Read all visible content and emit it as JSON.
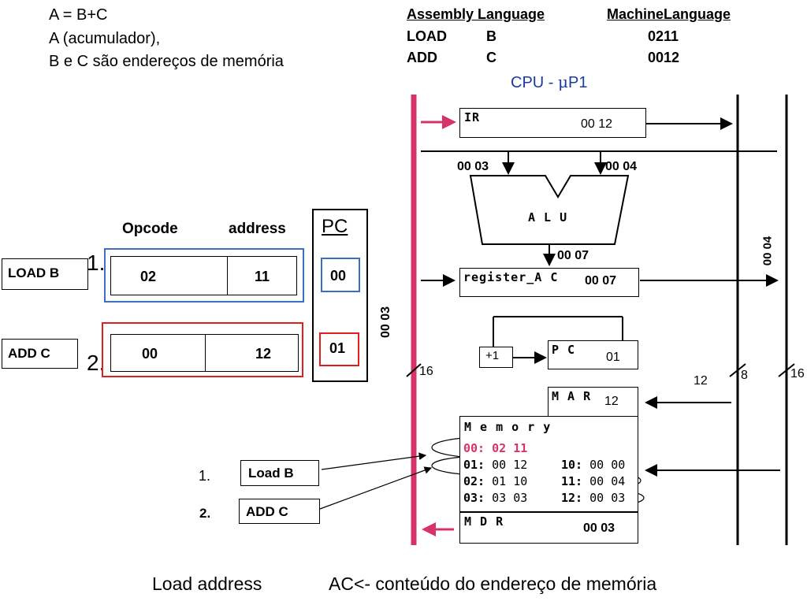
{
  "equation": {
    "line1": "A = B+C",
    "line2": "A (acumulador),",
    "line3": "B e C são endereços de memória"
  },
  "asm_table": {
    "header_asm": "Assembly Language",
    "header_machine": "MachineLanguage",
    "rows": [
      {
        "op": "LOAD",
        "arg": "B",
        "code": "0211"
      },
      {
        "op": "ADD",
        "arg": "C",
        "code": "0012"
      }
    ]
  },
  "cpu_title_prefix": "CPU - ",
  "cpu_title_mu": "μ",
  "cpu_title_suffix": "P1",
  "instr_table": {
    "col_opcode": "Opcode",
    "col_address": "address",
    "rows": [
      {
        "label": "LOAD B",
        "num": "1.",
        "opcode": "02",
        "address": "11"
      },
      {
        "label": "ADD C",
        "num": "2.",
        "opcode": "00",
        "address": "12"
      }
    ]
  },
  "pc_panel": {
    "title": "PC",
    "values": [
      "00",
      "01"
    ]
  },
  "cpu": {
    "ir_label": "IR",
    "ir_value": "00 12",
    "alu_in_left": "00 03",
    "alu_in_right": "00 04",
    "alu_label": "A L U",
    "alu_out": "00 07",
    "ac_label": "register_A C",
    "ac_value": "00 07",
    "pc_label": "P C",
    "pc_value": "01",
    "inc_label": "+1",
    "mar_label": "M A R",
    "mar_value": "12",
    "mar_bus_value": "12",
    "mdr_label": "M D R",
    "mdr_value": "00 03",
    "main_bus_value": "00  03",
    "right_bus_value": "00 04",
    "bus_width_left": "16",
    "bus_width_mid": "8",
    "bus_width_right": "16"
  },
  "memory": {
    "title": "M e m o r y",
    "left": [
      {
        "addr": "00:",
        "val": "02 11"
      },
      {
        "addr": "01:",
        "val": "00 12"
      },
      {
        "addr": "02:",
        "val": "01 10"
      },
      {
        "addr": "03:",
        "val": "03 03"
      }
    ],
    "right": [
      {
        "addr": "10:",
        "val": "00 00"
      },
      {
        "addr": "11:",
        "val": "00 04"
      },
      {
        "addr": "12:",
        "val": "00 03"
      }
    ]
  },
  "steps": [
    {
      "num": "1.",
      "label": "Load B"
    },
    {
      "num": "2.",
      "label": "ADD C"
    }
  ],
  "footer": {
    "left": "Load address",
    "right": "AC<- conteúdo do endereço de memória"
  },
  "colors": {
    "bus_pink": "#d6336c",
    "blue_box": "#3b6fc4",
    "red_box": "#e02020",
    "title_blue": "#1a3aa6",
    "mem_highlight": "#d6336c"
  }
}
